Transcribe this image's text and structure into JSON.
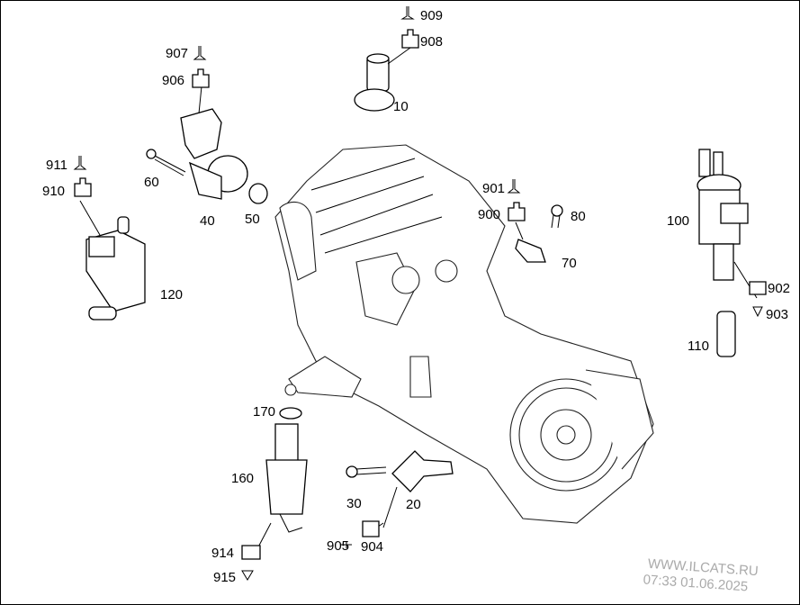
{
  "diagram": {
    "callouts": [
      "909",
      "908",
      "907",
      "906",
      "10",
      "911",
      "910",
      "60",
      "40",
      "50",
      "120",
      "901",
      "900",
      "80",
      "70",
      "100",
      "902",
      "903",
      "110",
      "170",
      "160",
      "30",
      "20",
      "905",
      "904",
      "914",
      "915"
    ]
  },
  "watermark": {
    "site": "WWW.ILCATS.RU",
    "timestamp": "07:33 01.06.2025"
  },
  "icons": {
    "connector": "connector-housing-icon",
    "terminal": "terminal-pin-icon"
  }
}
